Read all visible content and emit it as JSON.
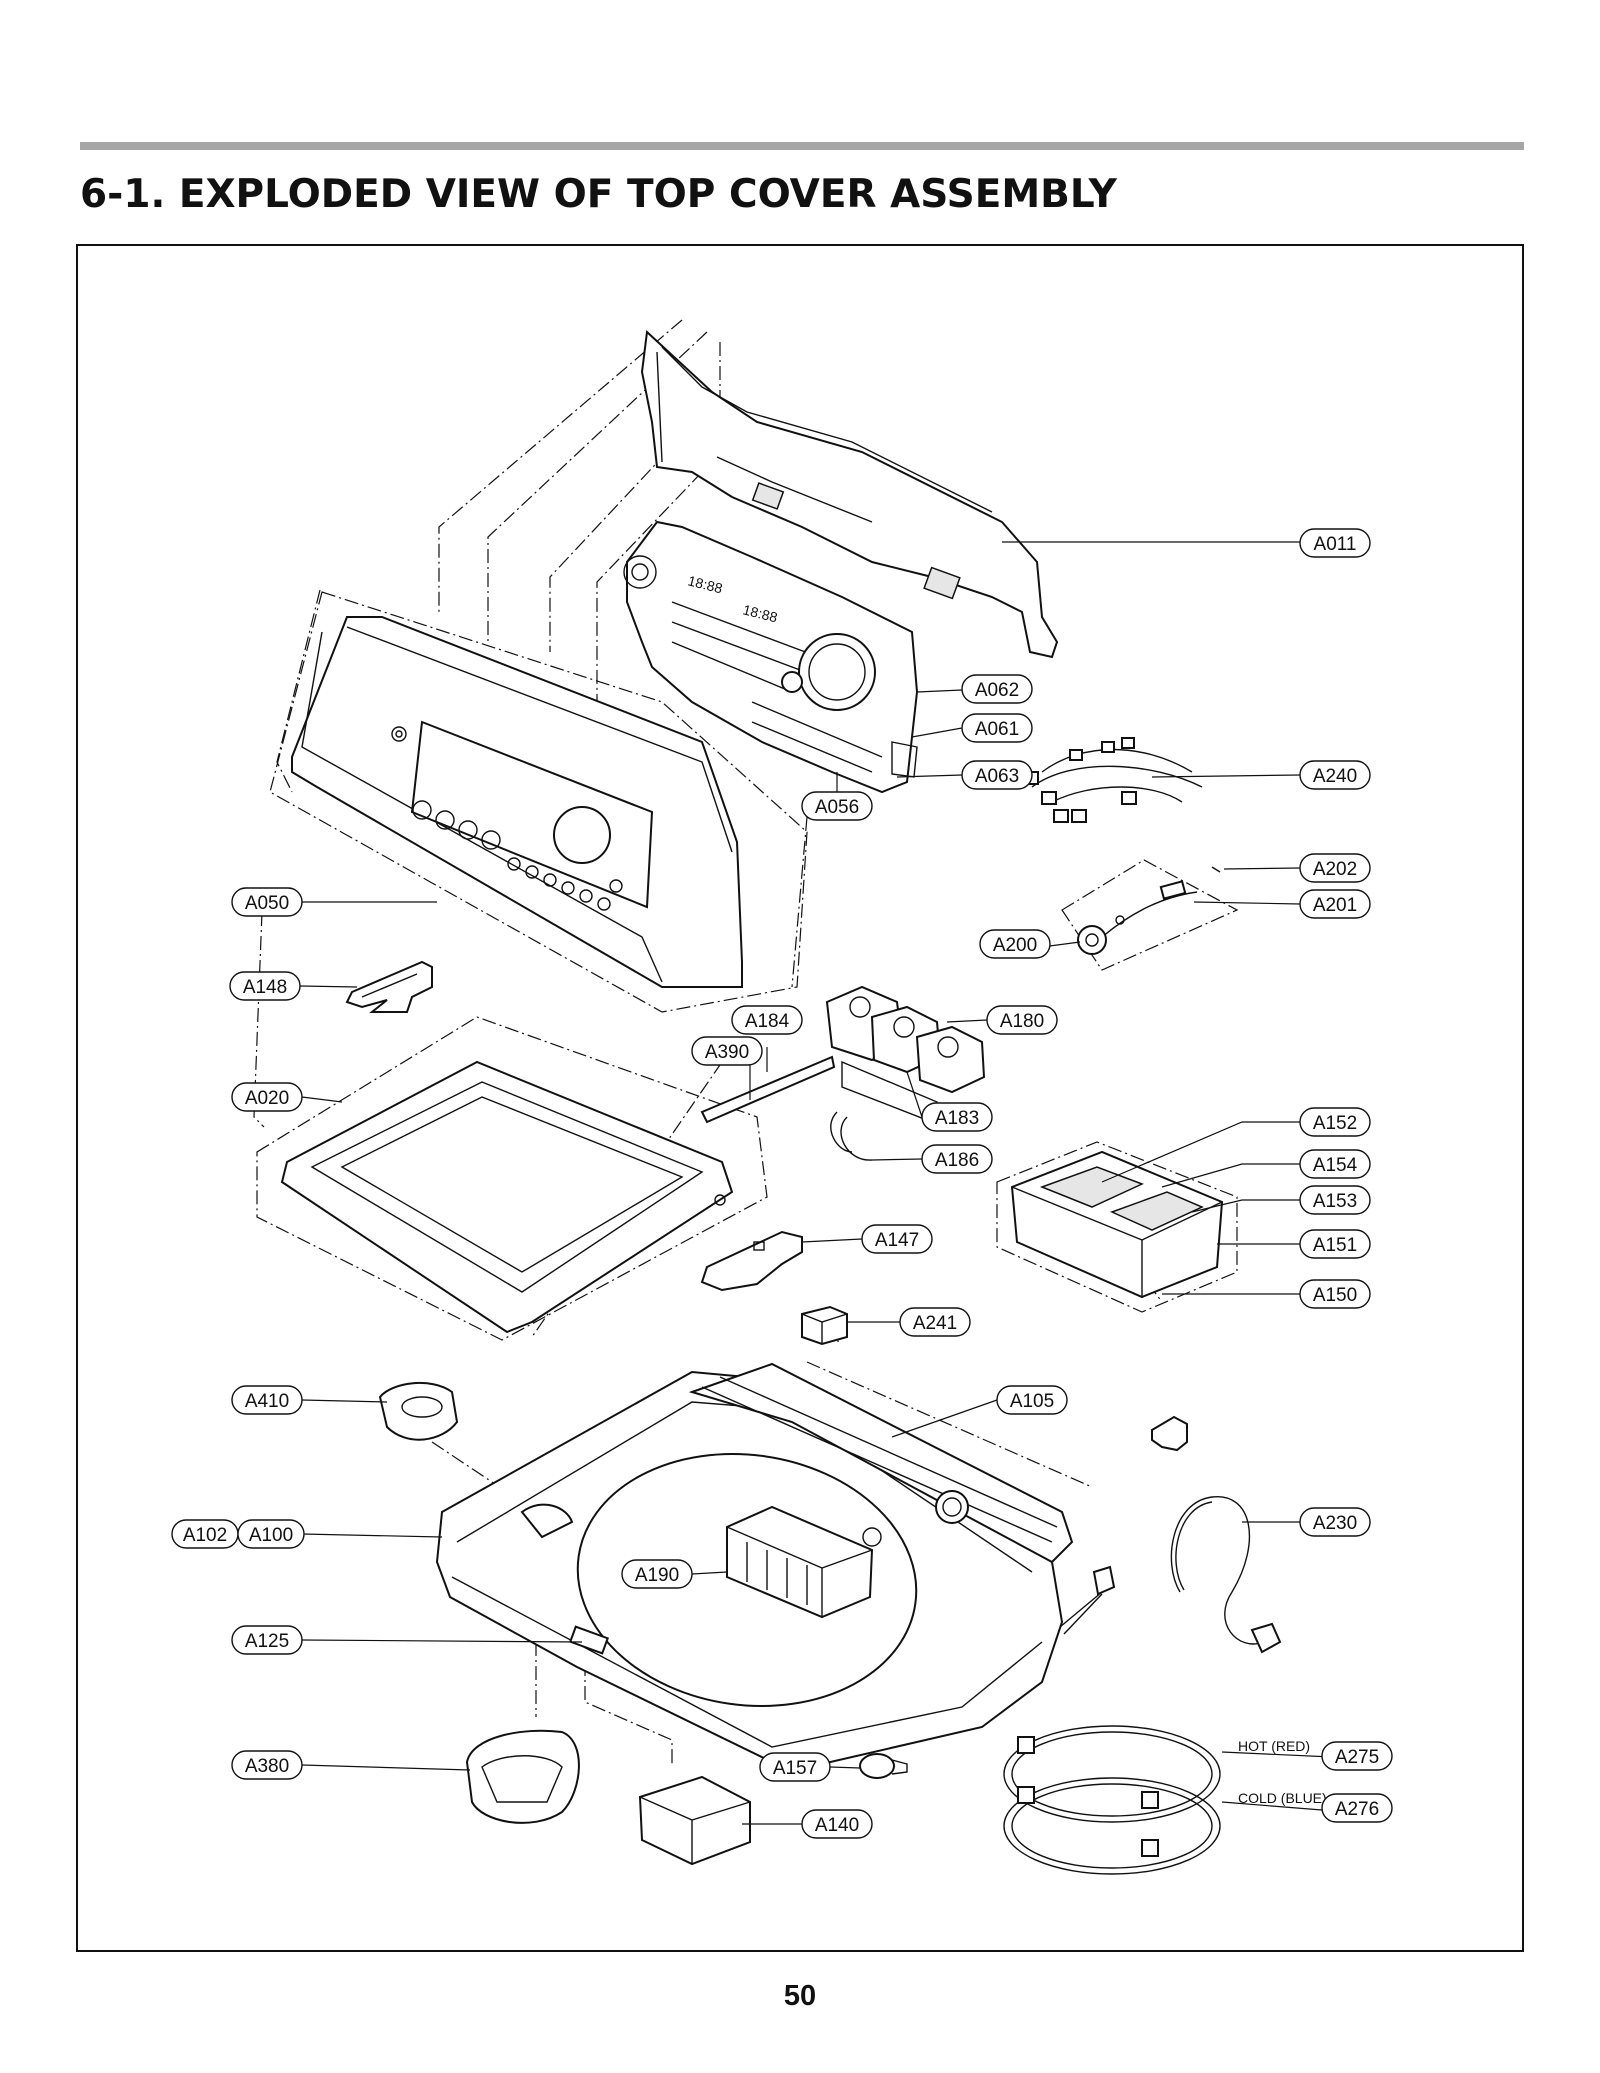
{
  "page": {
    "title": "6-1. EXPLODED VIEW OF TOP COVER ASSEMBLY",
    "page_number": "50"
  },
  "colors": {
    "rule": "#a6a6a6",
    "ink": "#111111"
  },
  "display": {
    "digits": "18:88"
  },
  "parts": [
    {
      "id": "a011",
      "code": "A011"
    },
    {
      "id": "a062",
      "code": "A062"
    },
    {
      "id": "a061",
      "code": "A061"
    },
    {
      "id": "a063",
      "code": "A063"
    },
    {
      "id": "a056",
      "code": "A056"
    },
    {
      "id": "a240",
      "code": "A240"
    },
    {
      "id": "a202",
      "code": "A202"
    },
    {
      "id": "a201",
      "code": "A201"
    },
    {
      "id": "a200",
      "code": "A200"
    },
    {
      "id": "a050",
      "code": "A050"
    },
    {
      "id": "a148",
      "code": "A148"
    },
    {
      "id": "a184",
      "code": "A184"
    },
    {
      "id": "a180",
      "code": "A180"
    },
    {
      "id": "a390",
      "code": "A390"
    },
    {
      "id": "a020",
      "code": "A020"
    },
    {
      "id": "a183",
      "code": "A183"
    },
    {
      "id": "a186",
      "code": "A186"
    },
    {
      "id": "a152",
      "code": "A152"
    },
    {
      "id": "a154",
      "code": "A154"
    },
    {
      "id": "a153",
      "code": "A153"
    },
    {
      "id": "a151",
      "code": "A151"
    },
    {
      "id": "a147",
      "code": "A147"
    },
    {
      "id": "a150",
      "code": "A150"
    },
    {
      "id": "a241",
      "code": "A241"
    },
    {
      "id": "a410",
      "code": "A410"
    },
    {
      "id": "a105",
      "code": "A105"
    },
    {
      "id": "a230",
      "code": "A230"
    },
    {
      "id": "a102",
      "code": "A102"
    },
    {
      "id": "a100",
      "code": "A100"
    },
    {
      "id": "a190",
      "code": "A190"
    },
    {
      "id": "a125",
      "code": "A125"
    },
    {
      "id": "a380",
      "code": "A380"
    },
    {
      "id": "a157",
      "code": "A157"
    },
    {
      "id": "a140",
      "code": "A140"
    },
    {
      "id": "a275",
      "code": "A275"
    },
    {
      "id": "a276",
      "code": "A276"
    }
  ],
  "hose_notes": {
    "hot": "HOT (RED)",
    "cold": "COLD (BLUE)"
  }
}
